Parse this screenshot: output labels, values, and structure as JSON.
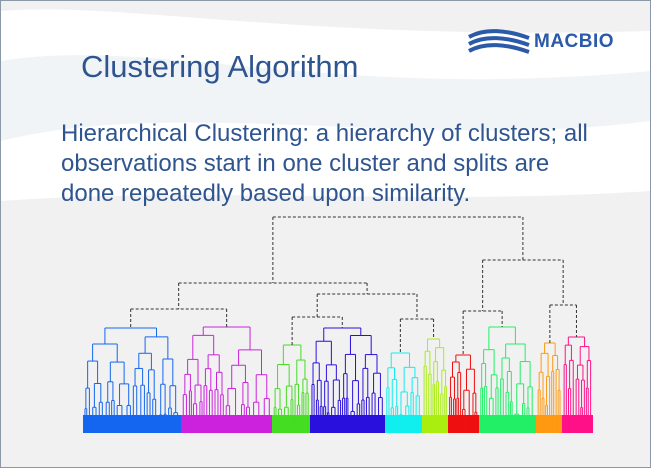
{
  "slide": {
    "title": "Clustering Algorithm",
    "logo_text": "MACBIO",
    "logo_icon": "wave-logo-icon",
    "body": "Hierarchical Clustering: a hierarchy of clusters; all observations start in one cluster and splits are done repeatedly based upon similarity.",
    "colors": {
      "title": "#2f5590",
      "background": "#f1f1f1",
      "dashed_links": "#333333"
    },
    "dendrogram_clusters": [
      {
        "color": "#1466f0"
      },
      {
        "color": "#cc22dd"
      },
      {
        "color": "#44dd22"
      },
      {
        "color": "#2a10dd"
      },
      {
        "color": "#11eeee"
      },
      {
        "color": "#aaee11"
      },
      {
        "color": "#ee1111"
      },
      {
        "color": "#22ee66"
      },
      {
        "color": "#ff9911"
      },
      {
        "color": "#ff1188"
      }
    ]
  }
}
